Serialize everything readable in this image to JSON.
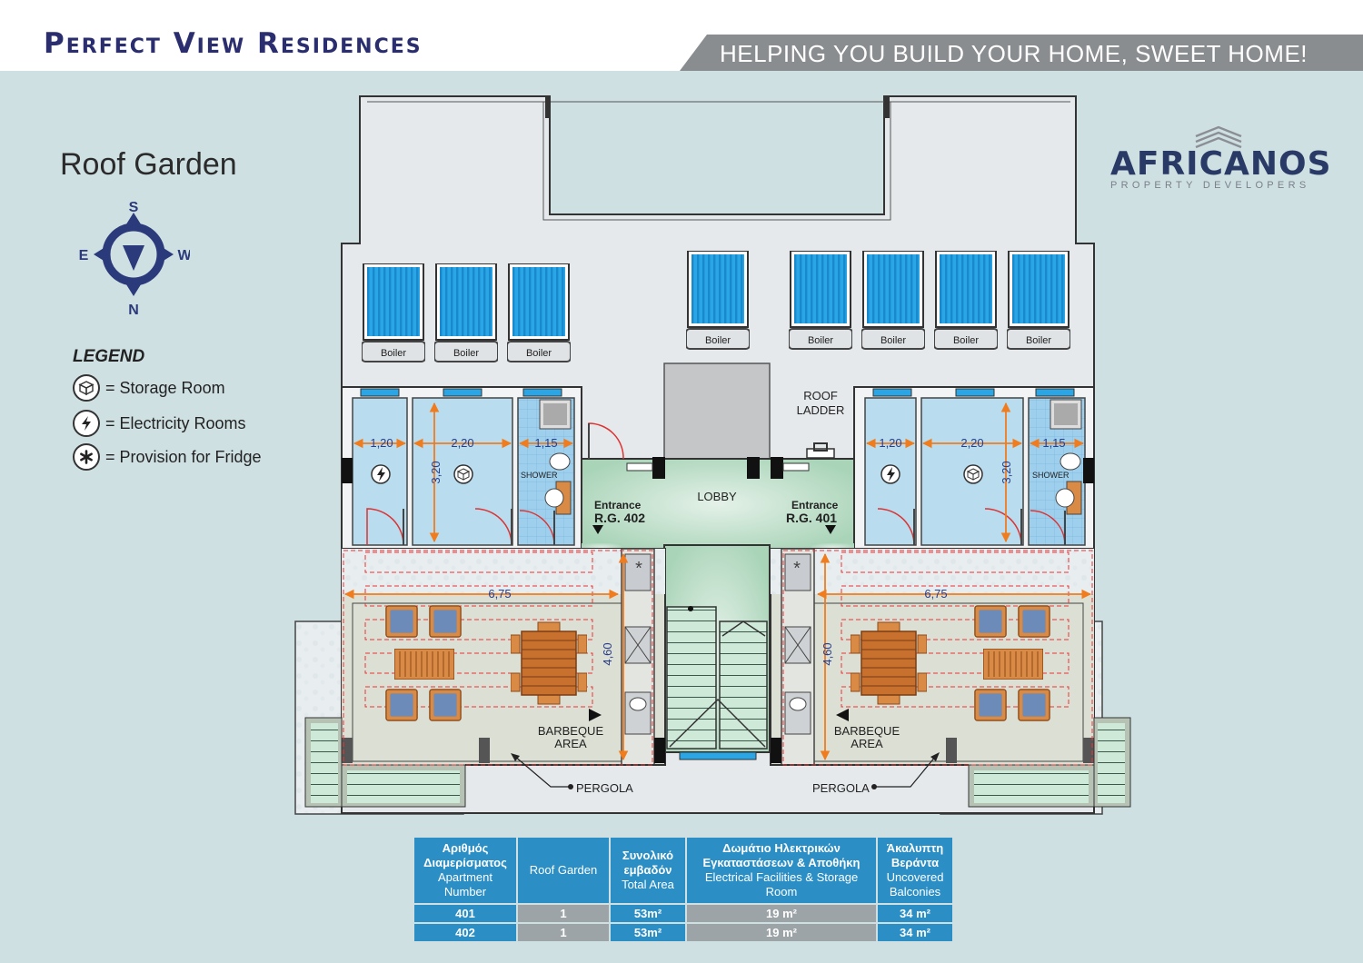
{
  "header": {
    "title": "Perfect View Residences",
    "tagline": "HELPING YOU BUILD YOUR  HOME, SWEET HOME!"
  },
  "page_heading": "Roof Garden",
  "compass": {
    "north": "N",
    "south": "S",
    "east": "E",
    "west": "W"
  },
  "legend": {
    "title": "LEGEND",
    "items": [
      {
        "icon": "storage-room-icon",
        "label": "= Storage Room"
      },
      {
        "icon": "lightning-bolt-icon",
        "label": "= Electricity Rooms"
      },
      {
        "icon": "asterisk-icon",
        "label": "= Provision for Fridge"
      }
    ]
  },
  "logo": {
    "name": "AFRICANOS",
    "sub": "PROPERTY DEVELOPERS"
  },
  "plan": {
    "boiler_label": "Boiler",
    "lobby": "LOBBY",
    "roof_ladder_1": "ROOF",
    "roof_ladder_2": "LADDER",
    "entrance_left_1": "Entrance",
    "entrance_left_2": "R.G. 402",
    "entrance_right_1": "Entrance",
    "entrance_right_2": "R.G. 401",
    "shower": "SHOWER",
    "dim_120": "1,20",
    "dim_220": "2,20",
    "dim_115": "1,15",
    "dim_320": "3,20",
    "dim_675": "6,75",
    "dim_460": "4,60",
    "bbq_1": "BARBEQUE",
    "bbq_2": "AREA",
    "pergola": "PERGOLA"
  },
  "colors": {
    "brand_navy": "#2a2e6e",
    "water_blue": "#2b8ec5",
    "dimension_orange": "#f07c1e",
    "dimension_blue": "#2a3e8a",
    "background": "#cfe0e3"
  },
  "table": {
    "headers": [
      {
        "gr": "Αριθμός Διαμερίσματος",
        "en": "Apartment Number"
      },
      {
        "gr": "",
        "en": "Roof Garden"
      },
      {
        "gr": "Συνολικό εμβαδόν",
        "en": "Total Area"
      },
      {
        "gr": "Δωμάτιο Ηλεκτρικών Εγκαταστάσεων & Αποθήκη",
        "en": "Electrical Facilities & Storage Room"
      },
      {
        "gr": "Άκαλυπτη Βεράντα",
        "en": "Uncovered Balconies"
      }
    ],
    "rows": [
      [
        "401",
        "1",
        "53m²",
        "19 m²",
        "34 m²"
      ],
      [
        "402",
        "1",
        "53m²",
        "19 m²",
        "34 m²"
      ]
    ]
  }
}
